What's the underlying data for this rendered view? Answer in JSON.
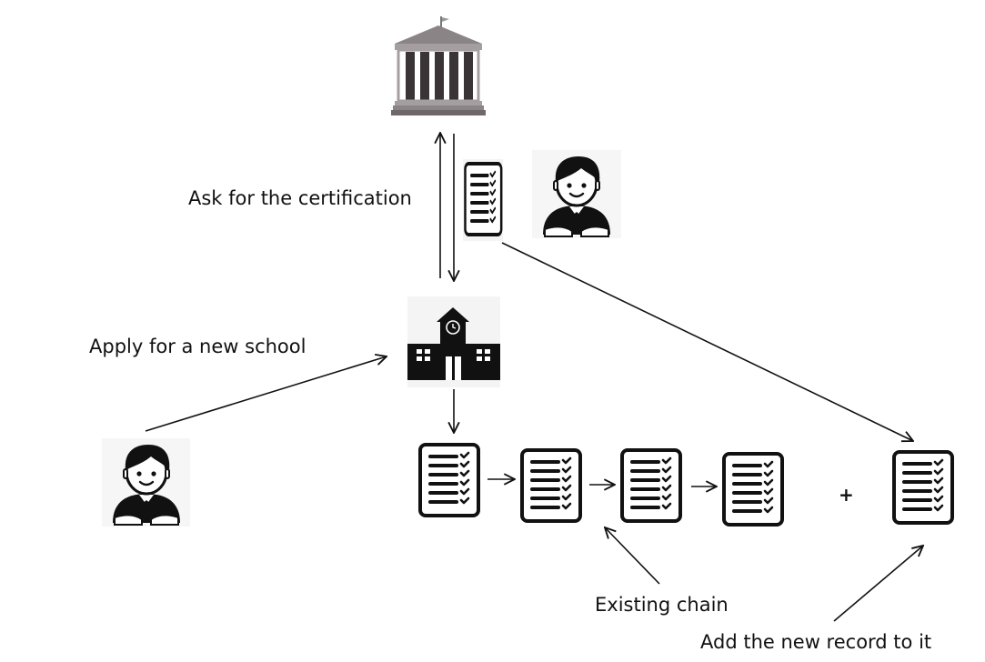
{
  "labels": {
    "ask_certification": "Ask for the certification",
    "apply_school": "Apply for a new school",
    "existing_chain": "Existing chain",
    "add_record": "Add the new record to it",
    "plus": "+"
  },
  "icons": {
    "government": "government-building-icon",
    "school": "school-building-icon",
    "student": "student-avatar-icon",
    "record": "record-document-icon"
  },
  "colors": {
    "stroke": "#111111",
    "building_gray": "#8a8487",
    "building_dark": "#3a3436",
    "background": "#ffffff"
  }
}
